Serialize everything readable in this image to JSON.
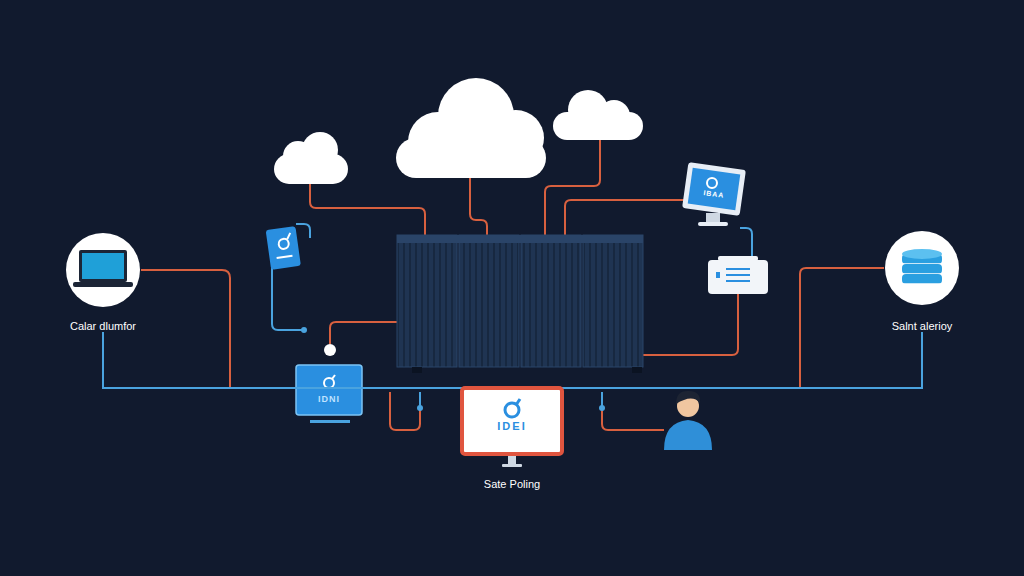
{
  "diagram": {
    "nodes": [
      {
        "text": [
          "Calar dlumfor"
        ]
      },
      {
        "text": [
          "Salnt alerioy"
        ]
      },
      {
        "text": [
          "IDEI",
          "Sate Poling"
        ]
      }
    ],
    "edges": [
      {
        "from": 0,
        "to": 1,
        "arrow": "none"
      }
    ],
    "labels": [
      "IBAA",
      "IDNI"
    ]
  }
}
